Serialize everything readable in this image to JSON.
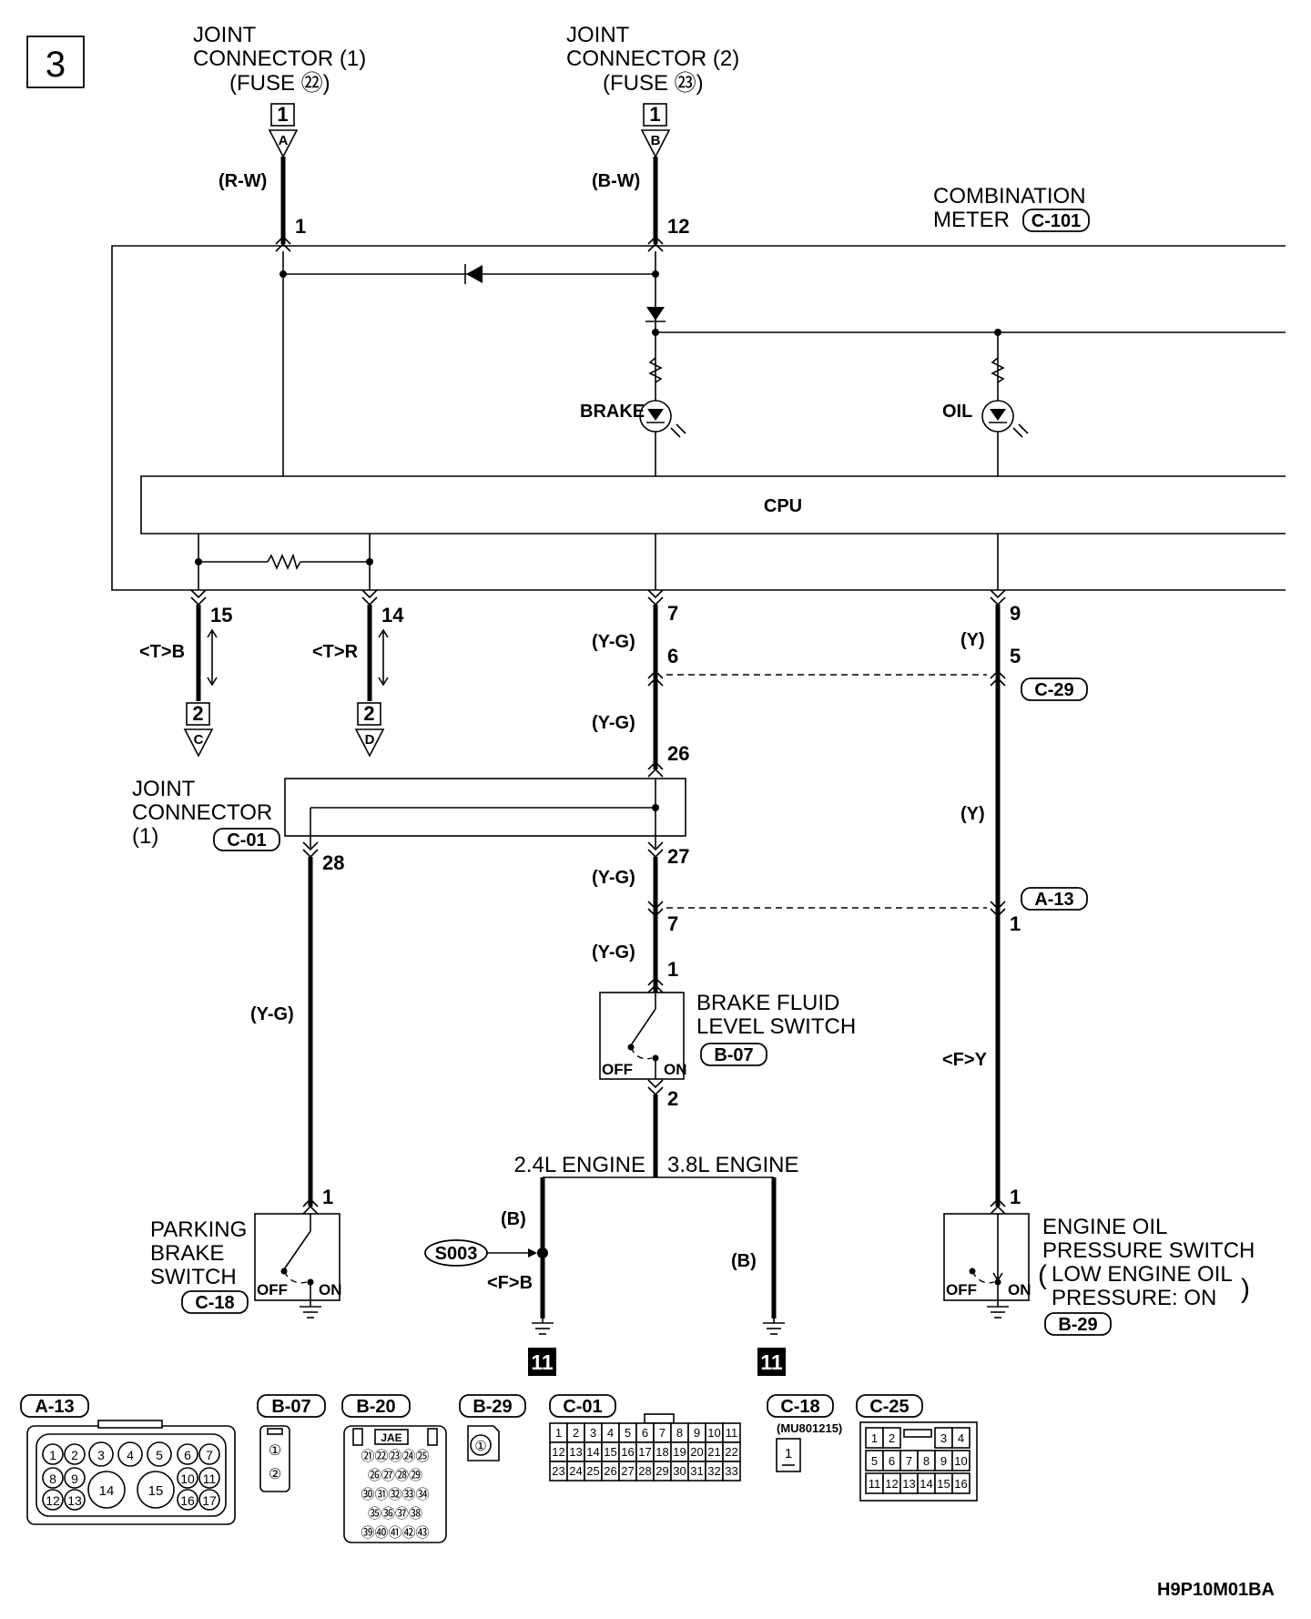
{
  "page": {
    "page_number": "3",
    "diagram_code": "H9P10M01BA",
    "joint_connector_1": {
      "line1": "JOINT",
      "line2": "CONNECTOR (1)",
      "line3": "(FUSE ㉒)",
      "num": "1",
      "letter": "A"
    },
    "joint_connector_2": {
      "line1": "JOINT",
      "line2": "CONNECTOR (2)",
      "line3": "(FUSE ㉓)",
      "num": "1",
      "letter": "B"
    },
    "combination_meter": {
      "line1": "COMBINATION",
      "line2": "METER",
      "code": "C-101"
    },
    "wires": {
      "rw": "(R-W)",
      "bw": "(B-W)",
      "yg": "(Y-G)",
      "y": "(Y)",
      "tb": "<T>B",
      "tr": "<T>R",
      "fy": "<F>Y",
      "fb": "<F>B",
      "b": "(B)"
    },
    "pins": {
      "p1": "1",
      "p12": "12",
      "p15": "15",
      "p14": "14",
      "p7": "7",
      "p9": "9",
      "p6": "6",
      "p5": "5",
      "p26": "26",
      "p28": "28",
      "p27": "27",
      "p2": "2"
    },
    "lamps": {
      "brake": "BRAKE",
      "oil": "OIL"
    },
    "cpu": "CPU",
    "jc_c_d": {
      "num": "2",
      "letter_c": "C",
      "letter_d": "D"
    },
    "connectors": {
      "c29": "C-29",
      "a13": "A-13",
      "c01": "C-01",
      "b07": "B-07",
      "c18": "C-18",
      "b29": "B-29"
    },
    "joint_connector_3": {
      "line1": "JOINT",
      "line2": "CONNECTOR",
      "line3": "(1)"
    },
    "brake_fluid_switch": {
      "line1": "BRAKE FLUID",
      "line2": "LEVEL SWITCH"
    },
    "parking_brake_switch": {
      "line1": "PARKING",
      "line2": "BRAKE",
      "line3": "SWITCH"
    },
    "engine_oil_switch": {
      "line1": "ENGINE OIL",
      "line2": "PRESSURE SWITCH",
      "line3": "LOW ENGINE OIL",
      "line4": "PRESSURE: ON"
    },
    "switch_off": "OFF",
    "switch_on": "ON",
    "engine_24": "2.4L ENGINE",
    "engine_38": "3.8L ENGINE",
    "splice": "S003",
    "ground_ref": "11",
    "connector_views": {
      "a13": {
        "label": "A-13"
      },
      "b07": {
        "label": "B-07",
        "pins": [
          "①",
          "②"
        ]
      },
      "b20": {
        "label": "B-20",
        "jae": "JAE",
        "rows": [
          "㉑㉒㉓㉔㉕",
          "㉖㉗㉘㉙",
          "㉚㉛㉜㉝㉞",
          "㉟㊱㊲㊳",
          "㊴㊵㊶㊷㊸"
        ]
      },
      "b29": {
        "label": "B-29",
        "pin": "①"
      },
      "c01": {
        "label": "C-01"
      },
      "c18": {
        "label": "C-18",
        "part": "(MU801215)",
        "pin": "1"
      },
      "c25": {
        "label": "C-25"
      }
    }
  }
}
